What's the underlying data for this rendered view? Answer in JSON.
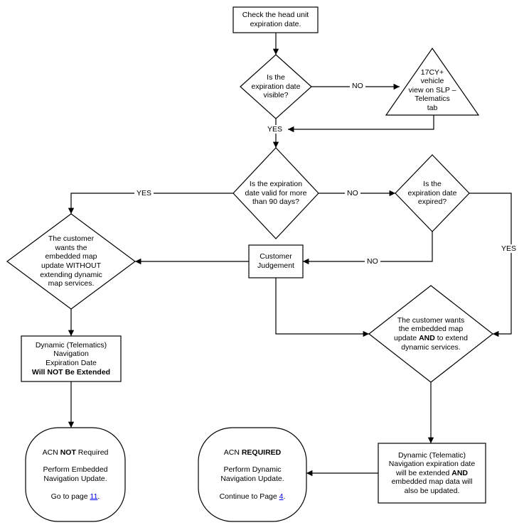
{
  "nodes": {
    "check_head_unit": {
      "lines": [
        "Check the head unit",
        "expiration date."
      ]
    },
    "date_visible": {
      "lines": [
        "Is the",
        "expiration date",
        "visible?"
      ]
    },
    "slp_telematics": {
      "lines": [
        "17CY+",
        "vehicle",
        "view on SLP –",
        "Telematics",
        "tab"
      ]
    },
    "valid_90_days": {
      "lines": [
        "Is the expiration",
        "date valid for more",
        "than 90 days?"
      ]
    },
    "date_expired": {
      "lines": [
        "Is the",
        "expiration date",
        "expired?"
      ]
    },
    "customer_without": {
      "lines": [
        "The customer",
        "wants the",
        "embedded map",
        "update WITHOUT",
        "extending dynamic",
        "map services."
      ]
    },
    "customer_judgement": {
      "lines": [
        "Customer",
        "Judgement"
      ]
    },
    "customer_and": {
      "line1": "The customer wants",
      "line2": "the embedded map",
      "line3_pre": "update ",
      "line3_bold": "AND",
      "line3_post": " to extend",
      "line4": "dynamic services."
    },
    "not_extended": {
      "line1": "Dynamic (Telematics)",
      "line2": "Navigation",
      "line3": "Expiration Date",
      "line4_bold": "Will NOT Be Extended"
    },
    "will_be_extended": {
      "line1": "Dynamic (Telematic)",
      "line2": "Navigation expiration date",
      "line3_pre": "will be extended ",
      "line3_bold": "AND",
      "line4": "embedded map data will",
      "line5": "also be updated."
    },
    "acn_not_required": {
      "acn": "ACN ",
      "emphasis": "NOT",
      "rest": " Required",
      "line2": "Perform Embedded",
      "line3": "Navigation Update.",
      "goto": "Go to page ",
      "page": "11",
      "end": "."
    },
    "acn_required": {
      "acn": "ACN ",
      "emphasis": "REQUIRED",
      "line2": "Perform Dynamic",
      "line3": "Navigation Update.",
      "goto": "Continue to Page ",
      "page": "4",
      "end": "."
    }
  },
  "edge_labels": {
    "visible_no": "NO",
    "visible_yes": "YES",
    "valid_yes": "YES",
    "valid_no": "NO",
    "expired_no": "NO",
    "expired_yes": "YES"
  }
}
